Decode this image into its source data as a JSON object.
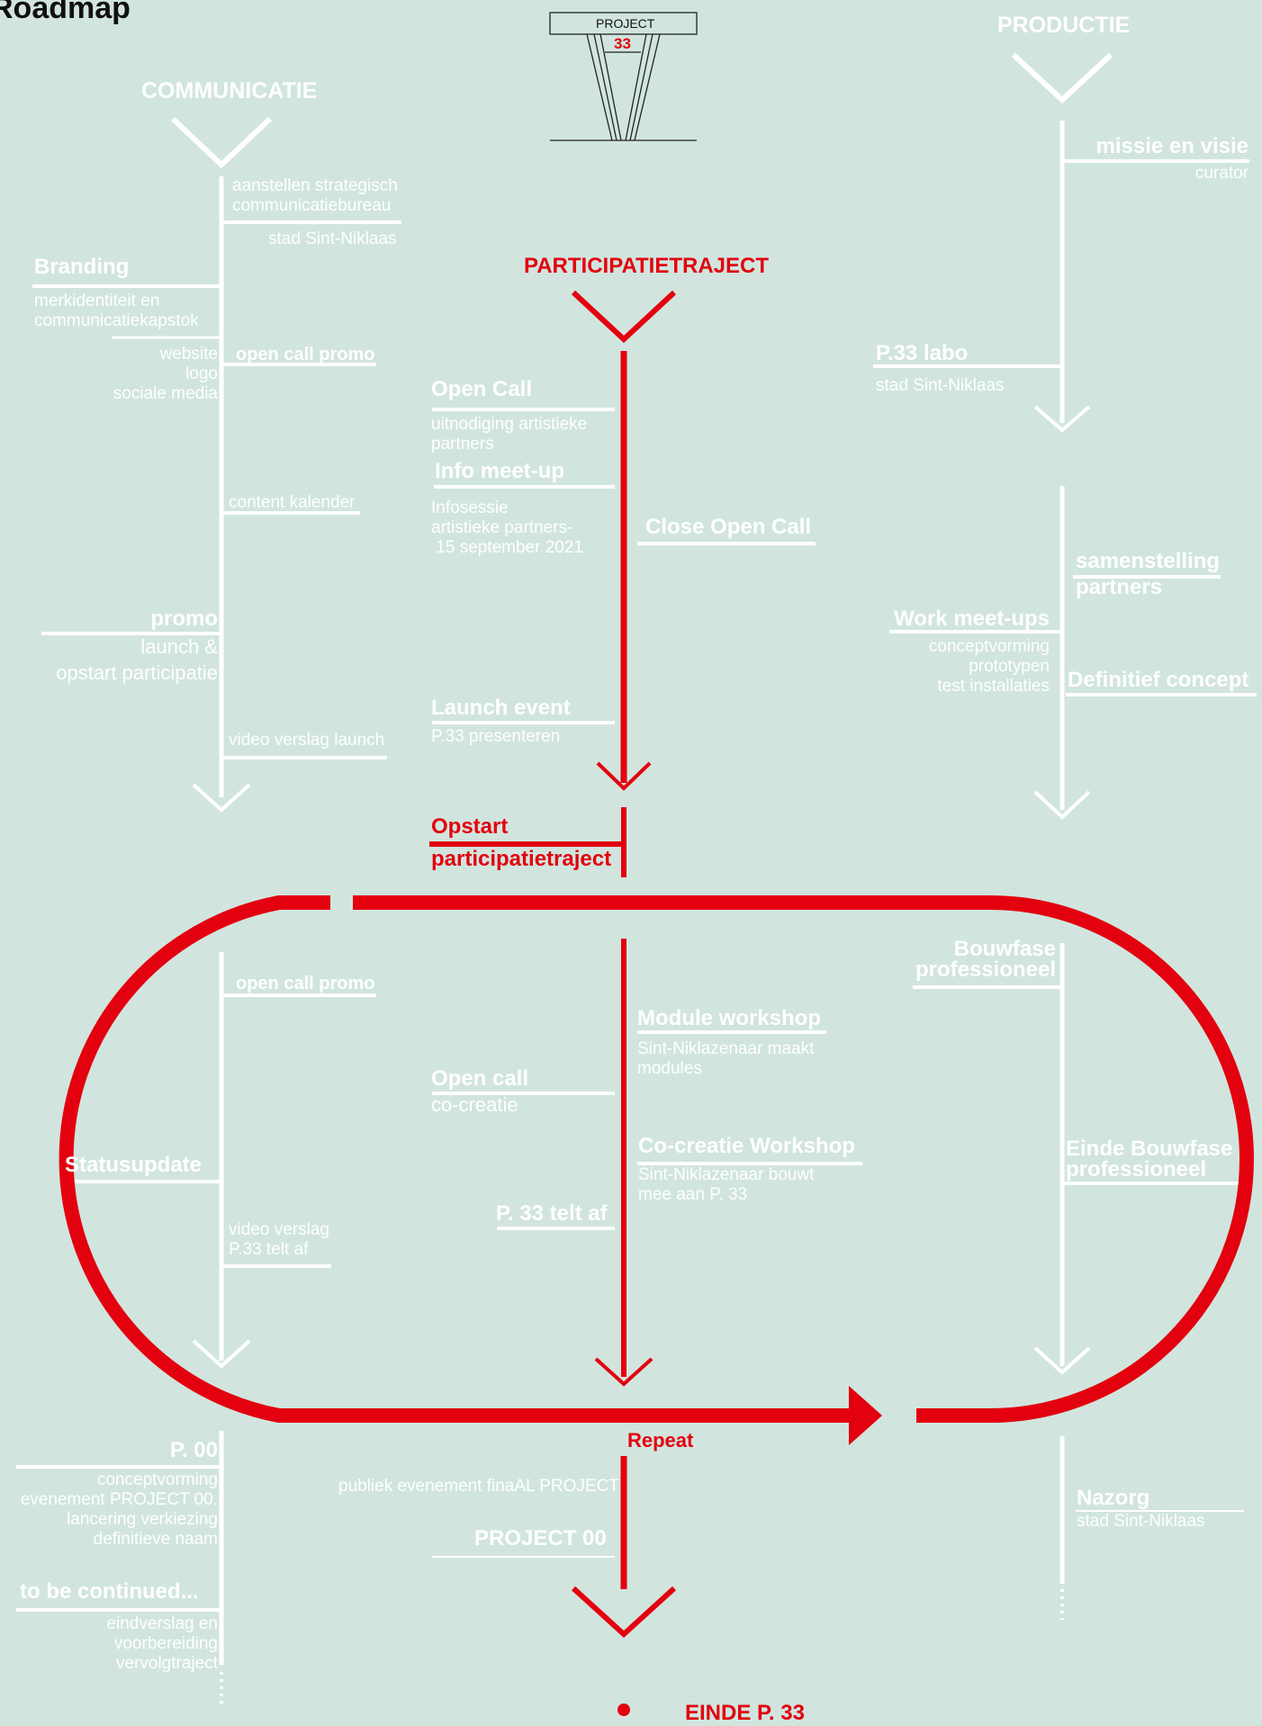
{
  "title": "Roadmap",
  "logo": {
    "line1": "PROJECT",
    "line2": "33"
  },
  "lanes": {
    "communicatie": "COMMUNICATIE",
    "participatie": "PARTICIPATIETRAJECT",
    "productie": "PRODUCTIE"
  },
  "comm": {
    "strategisch": "aanstellen strategisch\ncommunicatiebureau",
    "stad1": "stad Sint-Niklaas",
    "branding": "Branding",
    "branding_sub": "merkidentiteit en\ncommunicatiekapstok",
    "website": "website\nlogo\nsociale media",
    "open_call_promo": "open call promo",
    "content": "content kalender",
    "promo": "promo",
    "promo_sub": "launch &\nopstart participatie",
    "video_launch": "video verslag launch",
    "open_call_promo2": "open call promo",
    "statusupdate": "Statusupdate",
    "video_telt": "video verslag\nP.33 telt af",
    "p00": "P. 00",
    "p00_sub": "conceptvorming\nevenement PROJECT 00.\nlancering verkiezing\ndefinitieve naam",
    "continued": "to be continued...",
    "continued_sub": "eindverslag en\nvoorbereiding\nvervolgtraject"
  },
  "part": {
    "open_call": "Open Call",
    "open_call_sub": "uitnodiging artistieke\npartners",
    "info": "Info meet-up",
    "info_sub": "Infosessie\nartistieke partners-\n 15 september 2021",
    "close": "Close Open Call",
    "launch": "Launch event",
    "launch_sub": "P.33 presenteren",
    "opstart": "Opstart\nparticipatietraject",
    "module": "Module workshop",
    "module_sub": "Sint-Niklazenaar maakt\nmodules",
    "open_call2": "Open call",
    "open_call2_sub": "co-creatie",
    "cocreatie": "Co-creatie Workshop",
    "cocreatie_sub": "Sint-Niklazenaar bouwt\nmee aan P. 33",
    "telt_af": "P. 33 telt af",
    "repeat": "Repeat",
    "publiek": "publiek evenement finaAL PROJECT",
    "project00": "PROJECT 00",
    "einde": "EINDE P. 33"
  },
  "prod": {
    "missie": "missie en visie",
    "curator": "curator",
    "labo": "P.33 labo",
    "stad": "stad Sint-Niklaas",
    "samenstelling": "samenstelling\npartners",
    "work": "Work meet-ups",
    "work_sub": "conceptvorming\nprototypen\ntest installaties",
    "definitief": "Definitief concept",
    "bouwfase": "Bouwfase\nprofessioneel",
    "einde_bouw": "Einde Bouwfase\nprofessioneel",
    "nazorg": "Nazorg",
    "nazorg_sub": "stad Sint-Niklaas"
  },
  "colors": {
    "background": "#d1e5de",
    "red": "#e3000f",
    "white": "#ffffff",
    "dark": "#111111"
  }
}
